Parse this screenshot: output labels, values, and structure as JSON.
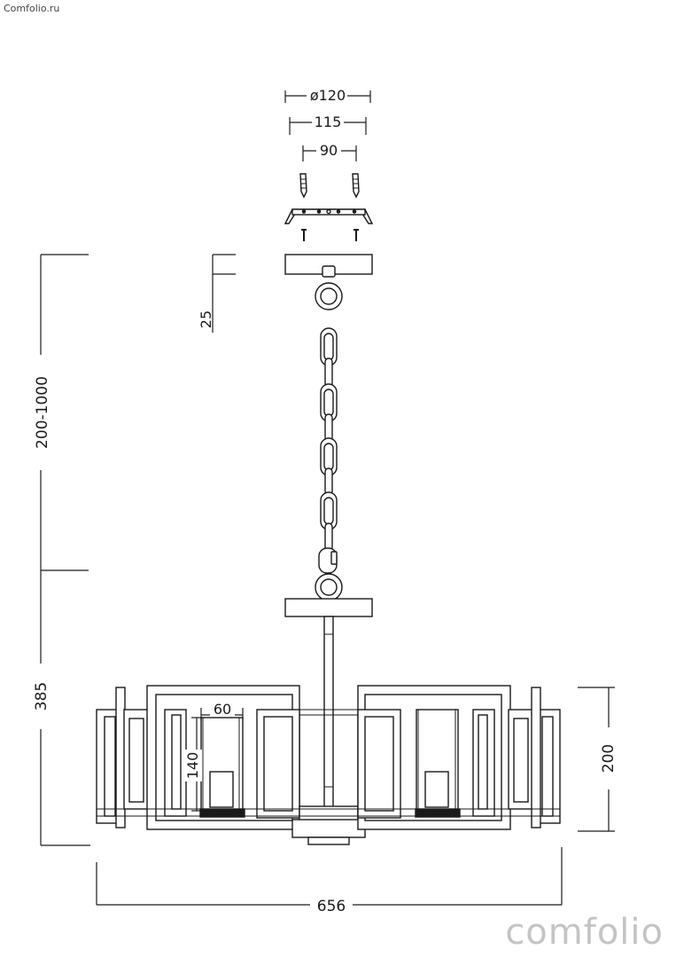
{
  "site_label": "Comfolio.ru",
  "watermark": "comfolio",
  "dimensions": {
    "canopy_diameter": "ø120",
    "bracket_width": "115",
    "screw_spacing": "90",
    "canopy_height": "25",
    "chain_length": "200-1000",
    "body_height": "385",
    "shade_width": "60",
    "shade_height": "140",
    "frame_height": "200",
    "total_width": "656"
  }
}
